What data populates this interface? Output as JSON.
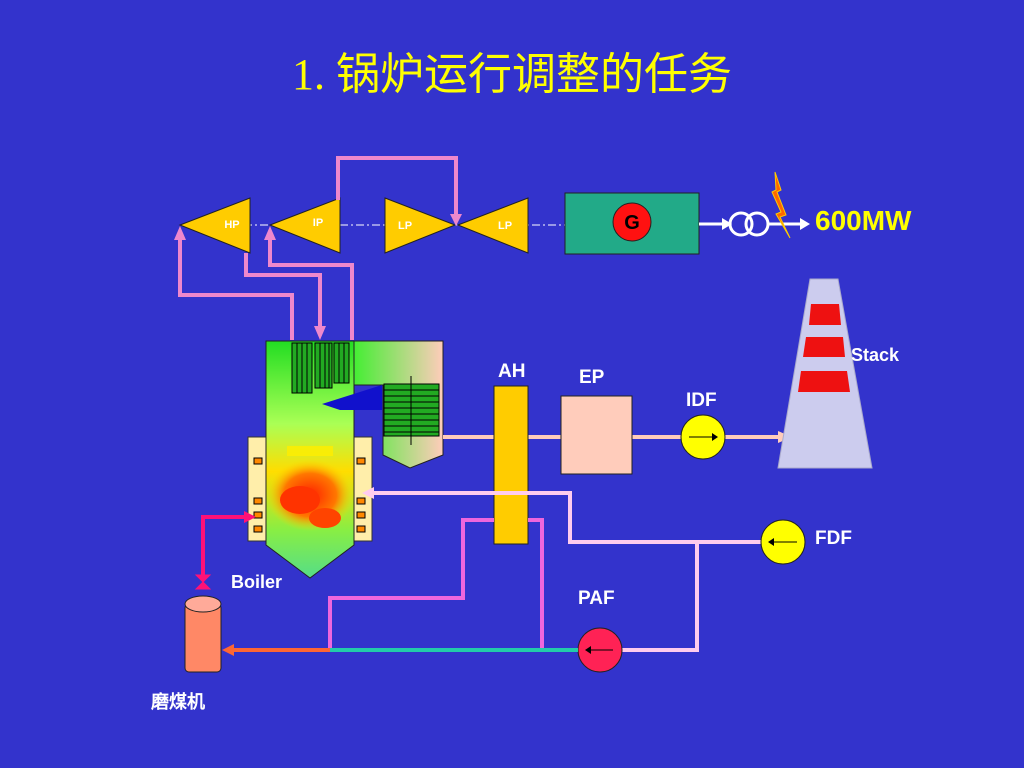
{
  "title": "1. 锅炉运行调整的任务",
  "turbine": {
    "hp": "HP",
    "ip": "IP",
    "lp1": "LP",
    "lp2": "LP"
  },
  "generator": "G",
  "output": "600MW",
  "labels": {
    "boiler": "Boiler",
    "ah": "AH",
    "ep": "EP",
    "idf": "IDF",
    "fdf": "FDF",
    "paf": "PAF",
    "stack": "Stack",
    "mill": "磨煤机"
  },
  "colors": {
    "background": "#3333cc",
    "title": "#ffff00",
    "steam_line": "#ee88cc",
    "turbine": "#ffcc00",
    "generator_box": "#22aa88",
    "air_heater": "#ffcc00",
    "ep": "#ffccbb",
    "fan": "#ffff00",
    "paf": "#ff2255"
  }
}
